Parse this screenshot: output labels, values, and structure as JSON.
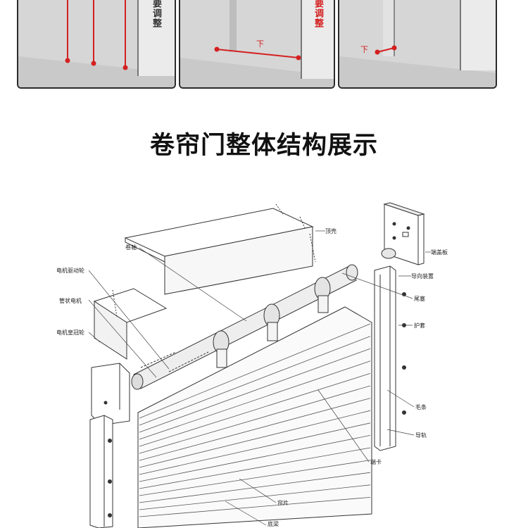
{
  "top_panels": {
    "panel1": {
      "text": "要调整"
    },
    "panel2": {
      "text": "要调整",
      "mark": "下"
    },
    "panel3": {
      "mark": "下"
    }
  },
  "title": "卷帘门整体结构展示",
  "diagram": {
    "labels": {
      "cover": "顶壳",
      "shaft": "卷轴",
      "motor_drive_wheel": "电机驱动轮",
      "tubular_motor": "管状电机",
      "motor_bracket": "电机皇冠轮",
      "end_plate": "端盖板",
      "guide_device": "导向装置",
      "tail_stop": "尾塞",
      "sleeve": "护套",
      "brush": "毛条",
      "guide_rail": "导轨",
      "clip": "端卡",
      "slat": "帘片",
      "bottom_beam": "底梁"
    }
  },
  "colors": {
    "accent_red": "#d42020",
    "panel_bg": "#d6d6d6",
    "line": "#333333"
  }
}
